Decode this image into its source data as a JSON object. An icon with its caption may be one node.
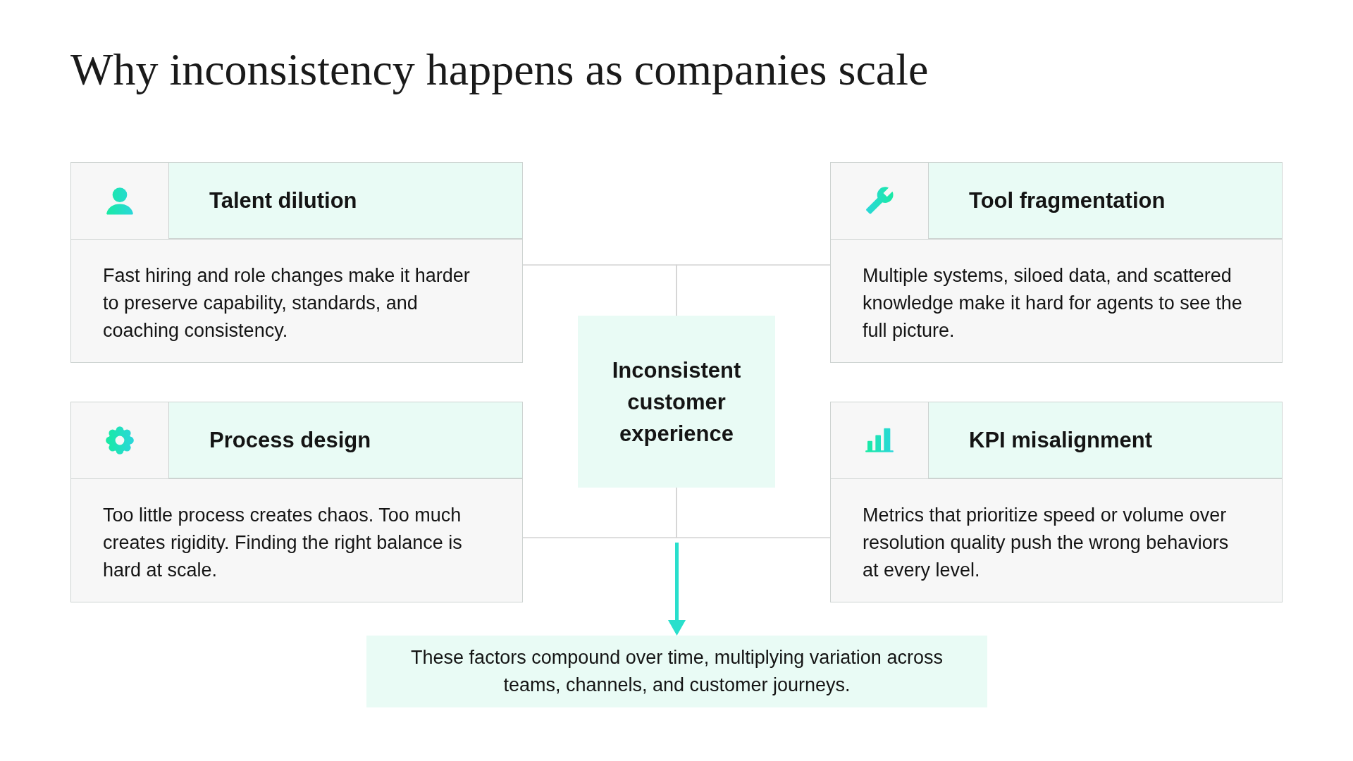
{
  "diagram": {
    "title": "Why inconsistency happens as companies scale",
    "nodes": [
      {
        "text": [
          "Talent dilution",
          "Fast hiring and role changes make it harder to preserve capability, standards, and coaching consistency."
        ]
      },
      {
        "text": [
          "Tool fragmentation",
          "Multiple systems, siloed data, and scattered knowledge make it hard for agents to see the full picture."
        ]
      },
      {
        "text": [
          "Inconsistent customer experience"
        ]
      },
      {
        "text": [
          "Process design",
          "Too little process creates chaos. Too much creates rigidity. Finding the right balance is hard at scale."
        ]
      },
      {
        "text": [
          "KPI misalignment",
          "Metrics that prioritize speed or volume over resolution quality push the wrong behaviors at every level."
        ]
      },
      {
        "text": [
          "These factors compound over time, multiplying variation across teams, channels, and customer journeys."
        ]
      }
    ],
    "edges": [
      {
        "from": 0,
        "to": 2,
        "arrow": "none"
      },
      {
        "from": 1,
        "to": 2,
        "arrow": "none"
      },
      {
        "from": 3,
        "to": 2,
        "arrow": "none"
      },
      {
        "from": 4,
        "to": 2,
        "arrow": "none"
      },
      {
        "from": null,
        "to": 5,
        "arrow": "to",
        "style": "thick",
        "color": "#29dfcc"
      }
    ]
  }
}
